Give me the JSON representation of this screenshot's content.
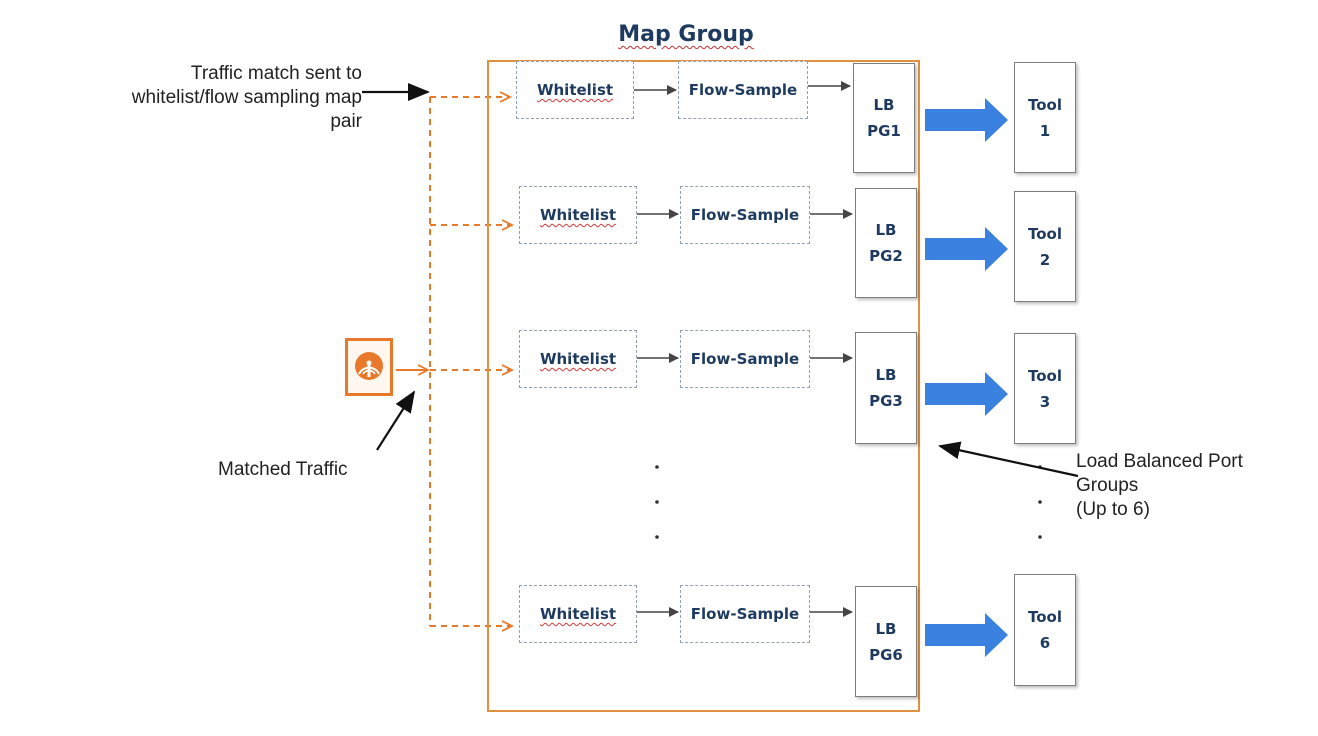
{
  "map_group": {
    "title": "Map Group"
  },
  "annotations": {
    "traffic_match": [
      "Traffic match sent to",
      "whitelist/flow sampling map",
      "pair"
    ],
    "matched_traffic": "Matched Traffic",
    "load_balanced": [
      "Load Balanced Port",
      "Groups",
      "(Up to 6)"
    ]
  },
  "rows": [
    {
      "whitelist": "Whitelist",
      "flow_sample": "Flow-Sample",
      "lb": [
        "LB",
        "PG1"
      ],
      "tool": [
        "Tool",
        "1"
      ]
    },
    {
      "whitelist": "Whitelist",
      "flow_sample": "Flow-Sample",
      "lb": [
        "LB",
        "PG2"
      ],
      "tool": [
        "Tool",
        "2"
      ]
    },
    {
      "whitelist": "Whitelist",
      "flow_sample": "Flow-Sample",
      "lb": [
        "LB",
        "PG3"
      ],
      "tool": [
        "Tool",
        "3"
      ]
    },
    {
      "whitelist": "Whitelist",
      "flow_sample": "Flow-Sample",
      "lb": [
        "LB",
        "PG6"
      ],
      "tool": [
        "Tool",
        "6"
      ]
    }
  ],
  "colors": {
    "group_border": "#e0913f",
    "dashed_arrow": "#e8792b",
    "tool_arrow": "#3b82e0",
    "label_text": "#1e3a5f",
    "dashed_box_border": "#8fa1b8"
  },
  "icons": {
    "source": "traffic-source-icon"
  }
}
